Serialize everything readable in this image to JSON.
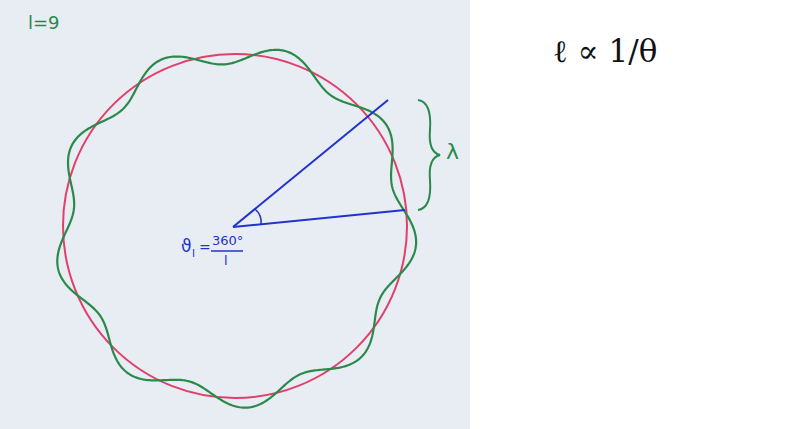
{
  "diagram": {
    "labels": [
      "l=9",
      "λ",
      "ϑ",
      "l",
      "=",
      "360°",
      "l",
      "ℓ ∝ 1/θ"
    ]
  }
}
